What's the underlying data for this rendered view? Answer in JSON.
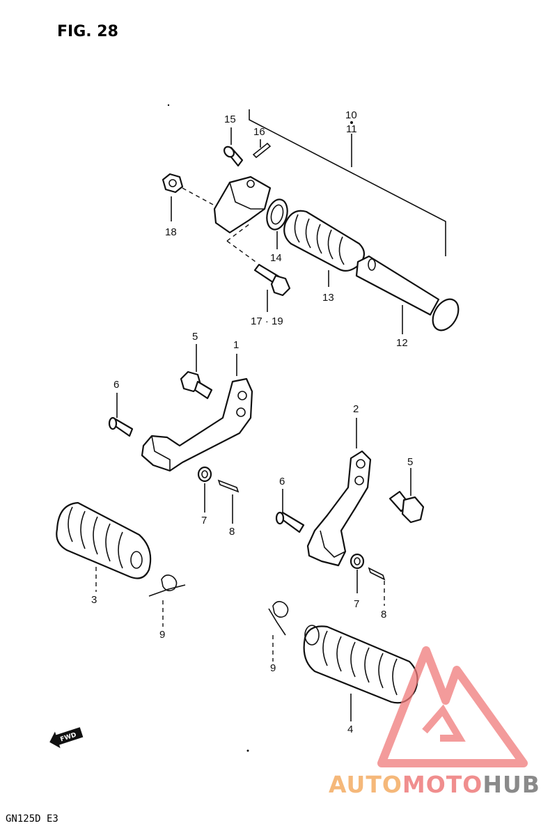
{
  "figure": {
    "title": "FIG. 28",
    "model": "GN125D  E3"
  },
  "direction": {
    "label": "FWD"
  },
  "callouts": {
    "c1": "1",
    "c2": "2",
    "c3": "3",
    "c4": "4",
    "c5a": "5",
    "c5b": "5",
    "c6a": "6",
    "c6b": "6",
    "c7a": "7",
    "c7b": "7",
    "c8a": "8",
    "c8b": "8",
    "c9a": "9",
    "c9b": "9",
    "c10": "10",
    "c11": "11",
    "c12": "12",
    "c13": "13",
    "c14": "14",
    "c15": "15",
    "c16": "16",
    "c17_19": "17 · 19",
    "c18": "18"
  },
  "watermark": {
    "part1": "AUTO",
    "part2": "MOTO",
    "part3": "HUB",
    "colors": {
      "auto": "#f5b87a",
      "moto": "#f08e8e",
      "hub": "#8a8a8a",
      "logo": "#f07a7a"
    }
  }
}
